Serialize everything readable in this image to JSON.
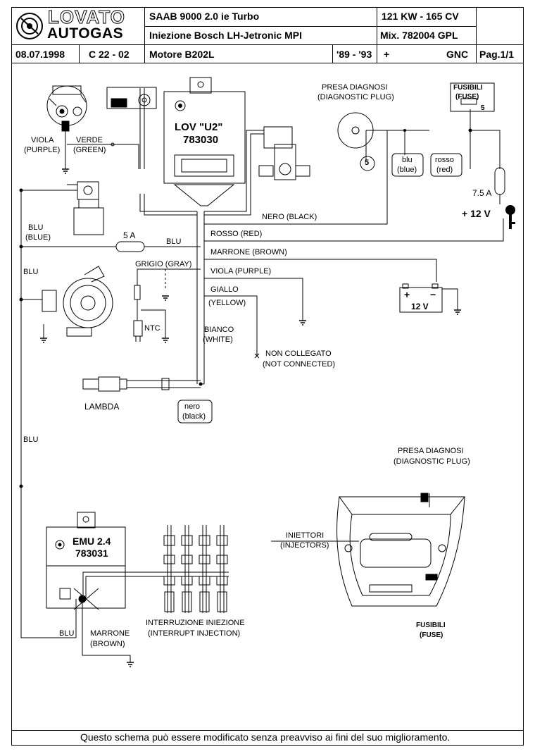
{
  "header": {
    "brand_top": "LOVATO",
    "brand_bottom": "AUTOGAS",
    "model": "SAAB 9000  2.0 ie  Turbo",
    "injection": "Iniezione Bosch    LH-Jetronic   MPI",
    "power": "121 KW - 165 CV",
    "mix": "Mix. 782004  GPL",
    "date": "08.07.1998",
    "code": "C 22 - 02",
    "engine": "Motore B202L",
    "years": "'89 - '93",
    "plus": "+",
    "fuel_type": "GNC",
    "page": "Pag.1/1"
  },
  "labels": {
    "viola_purple_1": "VIOLA",
    "viola_purple_2": "(PURPLE)",
    "verde_1": "VERDE",
    "verde_2": "(GREEN)",
    "blu_blue_1": "BLU",
    "blu_blue_2": "(BLUE)",
    "fuse_5a": "5 A",
    "blu_line": "BLU",
    "blu_left": "BLU",
    "blu_mid": "BLU",
    "grigio": "GRIGIO (GRAY)",
    "ntc": "NTC",
    "bianco_1": "BIANCO",
    "bianco_2": "(WHITE)",
    "non_coll_1": "NON COLLEGATO",
    "non_coll_2": "(NOT CONNECTED)",
    "lambda": "LAMBDA",
    "nero_small_1": "nero",
    "nero_small_2": "(black)",
    "nero_black": "NERO (BLACK)",
    "rosso_red": "ROSSO (RED)",
    "marrone_brown": "MARRONE (BROWN)",
    "viola_purple_r": "VIOLA (PURPLE)",
    "giallo_1": "GIALLO",
    "giallo_2": "(YELLOW)",
    "presa_1": "PRESA DIAGNOSI",
    "presa_2": "(DIAGNOSTIC PLUG)",
    "plug_pin": "5",
    "blu_small_1": "blu",
    "blu_small_2": "(blue)",
    "rosso_small_1": "rosso",
    "rosso_small_2": "(red)",
    "fusibili_1": "FUSIBILI",
    "fusibili_2": "(FUSE)",
    "fuse_pin": "5",
    "fuse_75": "7.5 A",
    "plus12": "+ 12 V",
    "battery_plus": "+",
    "battery_minus": "−",
    "battery_v": "12 V",
    "lov_1": "LOV \"U2\"",
    "lov_2": "783030",
    "emu_1": "EMU 2.4",
    "emu_2": "783031",
    "blu_bottom": "BLU",
    "marrone_b_1": "MARRONE",
    "marrone_b_2": "(BROWN)",
    "interr_1": "INTERRUZIONE INIEZIONE",
    "interr_2": "(INTERRUPT INJECTION)",
    "presa_b_1": "PRESA DIAGNOSI",
    "presa_b_2": "(DIAGNOSTIC PLUG)",
    "iniettori_1": "INIETTORI",
    "iniettori_2": "(INJECTORS)",
    "fusibili_b_1": "FUSIBILI",
    "fusibili_b_2": "(FUSE)"
  },
  "footer": {
    "note": "Questo schema può essere modificato senza preavviso ai fini del suo miglioramento."
  }
}
